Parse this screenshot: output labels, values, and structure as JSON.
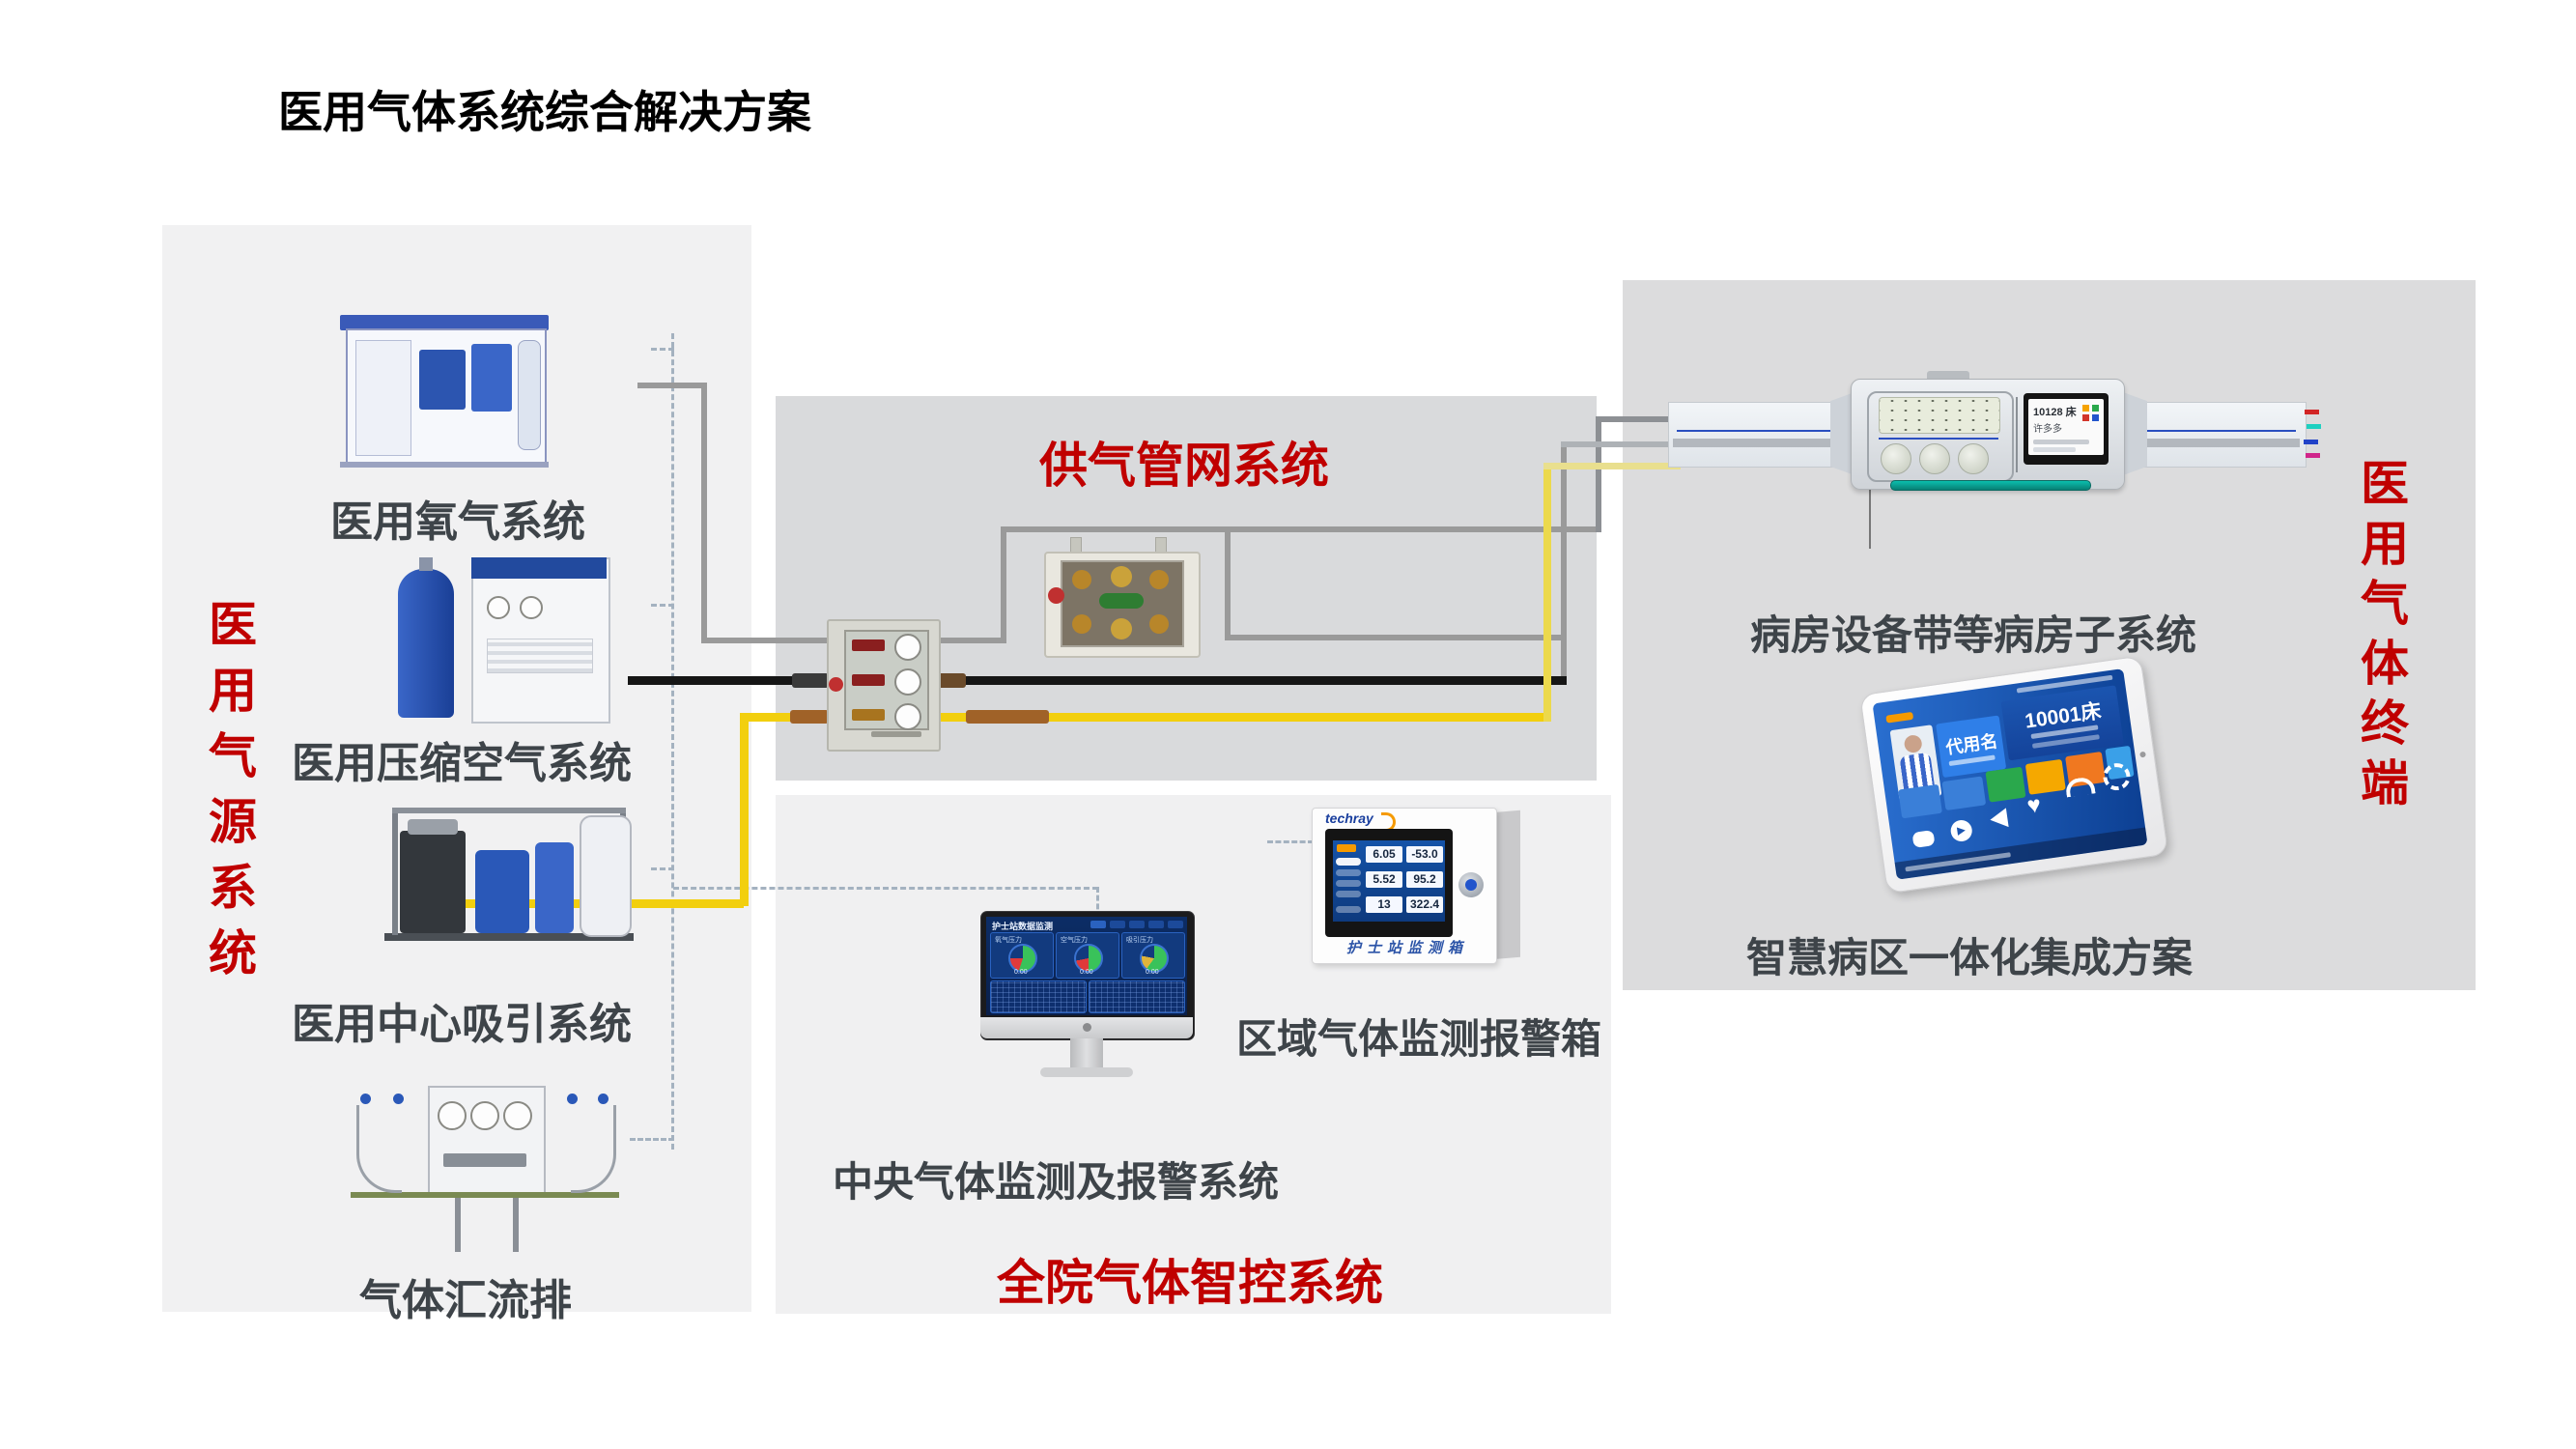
{
  "page": {
    "title": "医用气体系统综合解决方案"
  },
  "colors": {
    "accent_red": "#c00000",
    "label_dark": "#3e4449",
    "pipe_gray": "#9a9a9a",
    "pipe_black": "#161616",
    "pipe_yellow": "#f2cf0e",
    "dashed_line": "#a4b2c0",
    "panel_gray": "#dcdcde",
    "panel_light": "#f1f1f2"
  },
  "source_panel": {
    "side_label": "医用气源系统",
    "items": [
      {
        "label": "医用氧气系统"
      },
      {
        "label": "医用压缩空气系统"
      },
      {
        "label": "医用中心吸引系统"
      },
      {
        "label": "气体汇流排"
      }
    ]
  },
  "supply_panel": {
    "title": "供气管网系统"
  },
  "control_panel": {
    "title": "全院气体智控系统",
    "monitor_label": "中央气体监测及报警系统",
    "alarm_label": "区域气体监测报警箱",
    "monitor": {
      "screen_title": "护士站数据监测",
      "gauges": [
        {
          "name": "氧气压力",
          "value": "0.00"
        },
        {
          "name": "空气压力",
          "value": "0.00"
        },
        {
          "name": "吸引压力",
          "value": "0.00"
        }
      ]
    },
    "alarm_box": {
      "brand": "techray",
      "values": [
        "6.05",
        "-53.0",
        "5.52",
        "95.2",
        "13",
        "322.4"
      ],
      "caption": "护士站监测箱"
    }
  },
  "terminal_panel": {
    "side_label": "医用气体终端",
    "bed_unit_label": "病房设备带等病房子系统",
    "smart_ward_label": "智慧病区一体化集成方案",
    "bed_display": {
      "bed_no": "10128 床",
      "patient": "许多多"
    },
    "tablet": {
      "name_tile": "代用名",
      "bed_tile": "10001床"
    }
  },
  "icons": {
    "play": "▶",
    "heart": "♥"
  }
}
